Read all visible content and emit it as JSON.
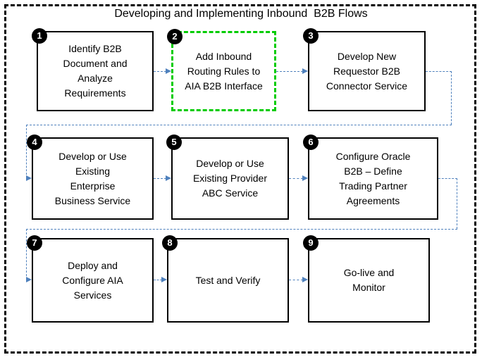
{
  "title": "Developing and Implementing Inbound  B2B Flows",
  "colors": {
    "box_border": "#000000",
    "highlight_border": "#00cc00",
    "connector": "#4f81bd",
    "badge_background": "#000000",
    "badge_text": "#ffffff",
    "background": "#ffffff"
  },
  "steps": [
    {
      "num": "1",
      "label": "Identify B2B\nDocument and\nAnalyze\nRequirements",
      "highlight": false
    },
    {
      "num": "2",
      "label": "Add Inbound\nRouting Rules to\nAIA B2B Interface",
      "highlight": true
    },
    {
      "num": "3",
      "label": "Develop New\nRequestor B2B\nConnector Service",
      "highlight": false
    },
    {
      "num": "4",
      "label": "Develop or Use\nExisting\nEnterprise\nBusiness Service",
      "highlight": false
    },
    {
      "num": "5",
      "label": "Develop or Use\nExisting Provider\nABC Service",
      "highlight": false
    },
    {
      "num": "6",
      "label": "Configure Oracle\nB2B – Define\nTrading Partner\nAgreements",
      "highlight": false
    },
    {
      "num": "7",
      "label": "Deploy and\nConfigure AIA\nServices",
      "highlight": false
    },
    {
      "num": "8",
      "label": "Test and Verify",
      "highlight": false
    },
    {
      "num": "9",
      "label": "Go-live and\nMonitor",
      "highlight": false
    }
  ]
}
